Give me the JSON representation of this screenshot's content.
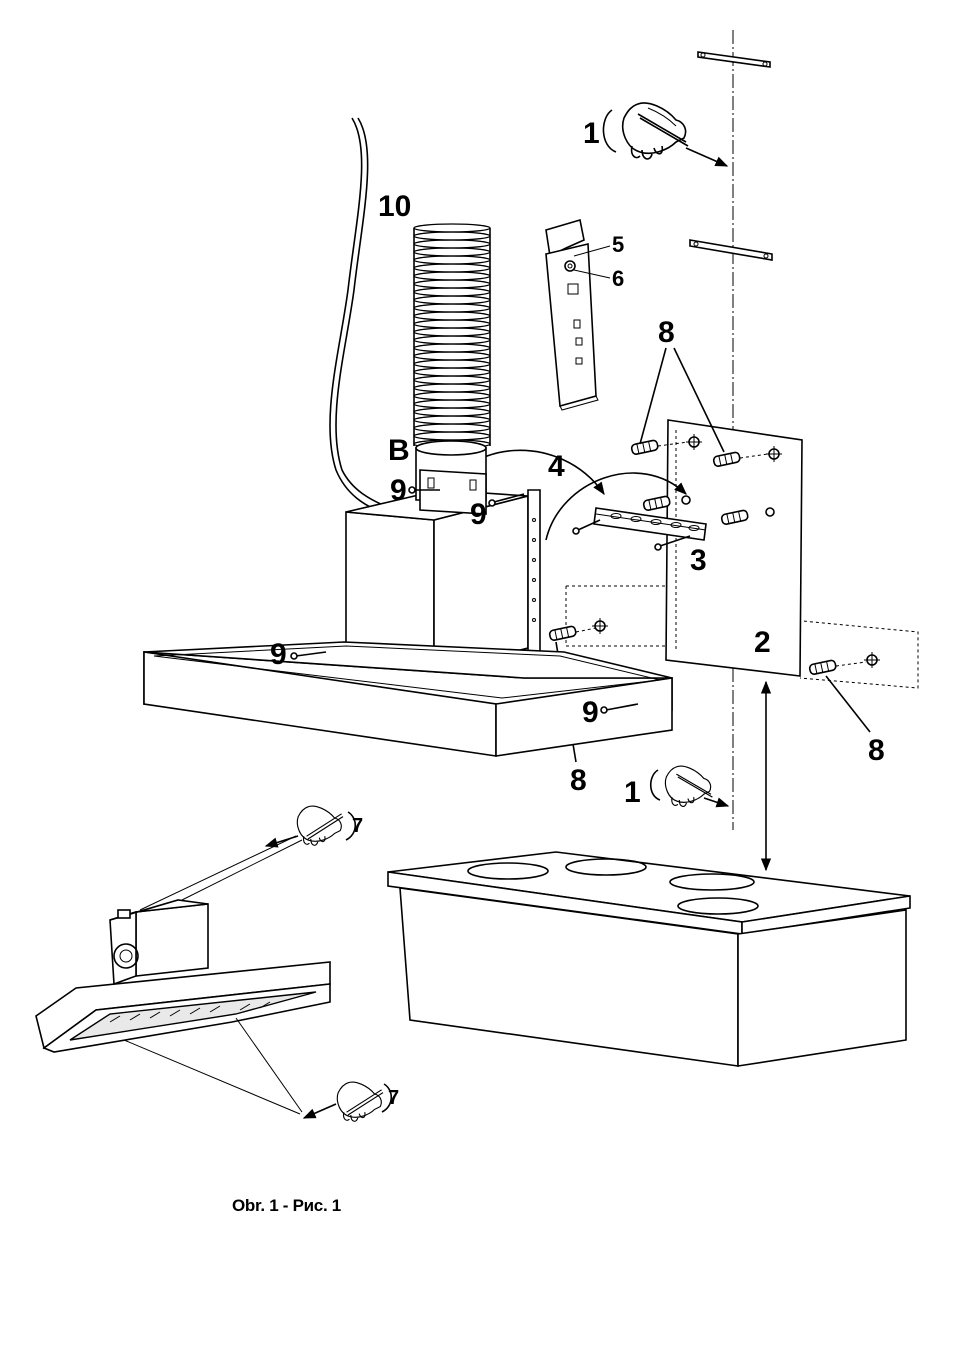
{
  "figure": {
    "caption": "Obr. 1 - Рис. 1",
    "callouts": {
      "c1_top": "1",
      "c1_bottom": "1",
      "c2": "2",
      "c3": "3",
      "c4": "4",
      "c5": "5",
      "c6": "6",
      "c7_top": "7",
      "c7_bottom": "7",
      "c8_top": "8",
      "c8_left": "8",
      "c8_right": "8",
      "c9_top_left": "9",
      "c9_top_right": "9",
      "c9_hood_left": "9",
      "c9_hood_right": "9",
      "c10": "10",
      "cB": "B"
    }
  }
}
